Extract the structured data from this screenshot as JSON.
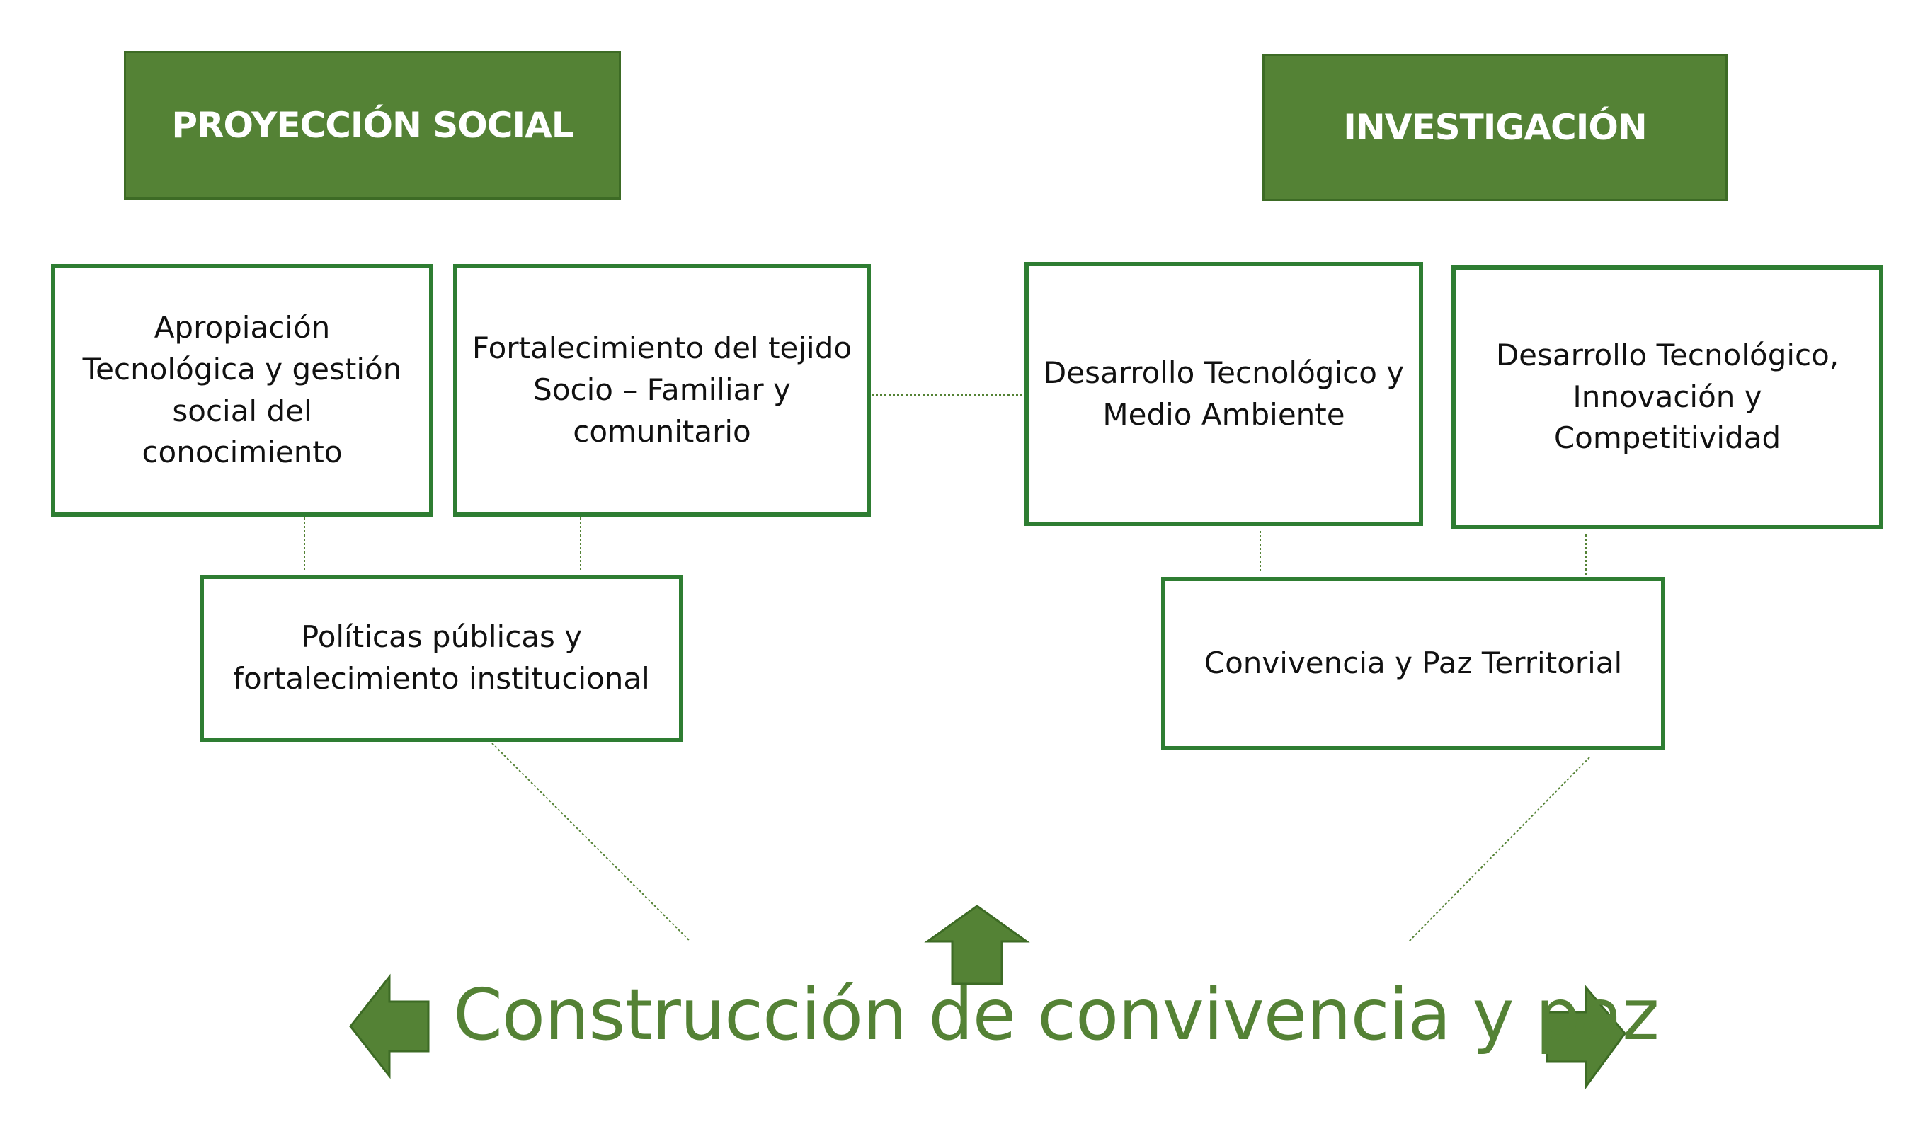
{
  "headers": {
    "left": "PROYECCIÓN SOCIAL",
    "right": "INVESTIGACIÓN"
  },
  "boxes": {
    "apropiacion": "Apropiación Tecnológica y gestión social del conocimiento",
    "fortalecimiento_tejido": "Fortalecimiento del tejido Socio – Familiar y comunitario",
    "desarrollo_medio_ambiente": "Desarrollo Tecnológico y Medio Ambiente",
    "desarrollo_innovacion": "Desarrollo Tecnológico, Innovación y Competitividad",
    "politicas_publicas": "Políticas públicas y fortalecimiento institucional",
    "convivencia_paz": "Convivencia y Paz Territorial"
  },
  "bottom_label": "Construcción de convivencia y paz",
  "colors": {
    "header_fill": "#548235",
    "box_border": "#2e7d32",
    "arrow_fill": "#548235",
    "connector": "#548235"
  }
}
